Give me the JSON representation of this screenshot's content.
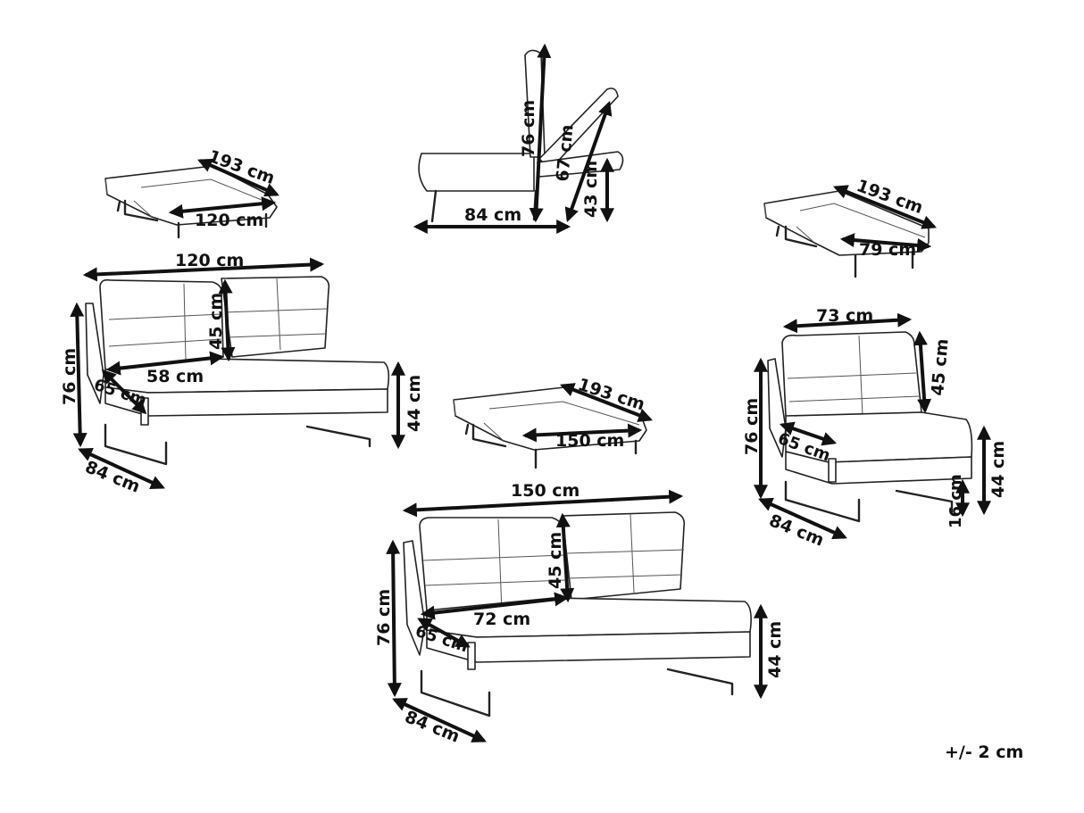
{
  "tolerance": "+/- 2 cm",
  "bed_small": {
    "length": "193 cm",
    "width": "120 cm"
  },
  "profile": {
    "back_height": "76 cm",
    "recline_height": "67 cm",
    "bed_height": "43 cm",
    "depth": "84 cm"
  },
  "bed_chair": {
    "length": "193 cm",
    "width": "79 cm"
  },
  "sofa_small": {
    "width": "120 cm",
    "back_height": "45 cm",
    "seat_width": "58 cm",
    "seat_depth": "65 cm",
    "height": "76 cm",
    "depth": "84 cm",
    "seat_height": "44 cm"
  },
  "bed_large": {
    "length": "193 cm",
    "width": "150 cm"
  },
  "chair": {
    "width": "73 cm",
    "back_height": "45 cm",
    "height": "76 cm",
    "seat_depth": "65 cm",
    "depth": "84 cm",
    "seat_height": "44 cm",
    "leg_height": "16 cm"
  },
  "sofa_large": {
    "width": "150 cm",
    "back_height": "45 cm",
    "seat_width": "72 cm",
    "seat_depth": "65 cm",
    "height": "76 cm",
    "depth": "84 cm",
    "seat_height": "44 cm"
  }
}
